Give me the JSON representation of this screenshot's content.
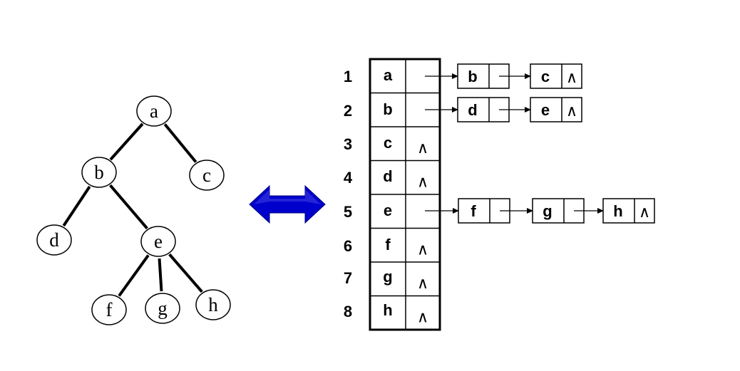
{
  "tree": {
    "nodes": [
      "a",
      "b",
      "c",
      "d",
      "e",
      "f",
      "g",
      "h"
    ],
    "edges": [
      [
        "a",
        "b"
      ],
      [
        "a",
        "c"
      ],
      [
        "b",
        "d"
      ],
      [
        "b",
        "e"
      ],
      [
        "e",
        "f"
      ],
      [
        "e",
        "g"
      ],
      [
        "e",
        "h"
      ]
    ]
  },
  "table": {
    "rows": [
      {
        "index": "1",
        "node": "a",
        "children": [
          "b",
          "c"
        ]
      },
      {
        "index": "2",
        "node": "b",
        "children": [
          "d",
          "e"
        ]
      },
      {
        "index": "3",
        "node": "c",
        "children": []
      },
      {
        "index": "4",
        "node": "d",
        "children": []
      },
      {
        "index": "5",
        "node": "e",
        "children": [
          "f",
          "g",
          "h"
        ]
      },
      {
        "index": "6",
        "node": "f",
        "children": []
      },
      {
        "index": "7",
        "node": "g",
        "children": []
      },
      {
        "index": "8",
        "node": "h",
        "children": []
      }
    ]
  },
  "null_symbol": "∧",
  "colors": {
    "line": "#000000",
    "arrow_fill": "#0000cc",
    "arrow_highlight": "#3a3ae0",
    "background": "#ffffff"
  },
  "icons": {
    "equivalence": "double-arrow-icon"
  }
}
